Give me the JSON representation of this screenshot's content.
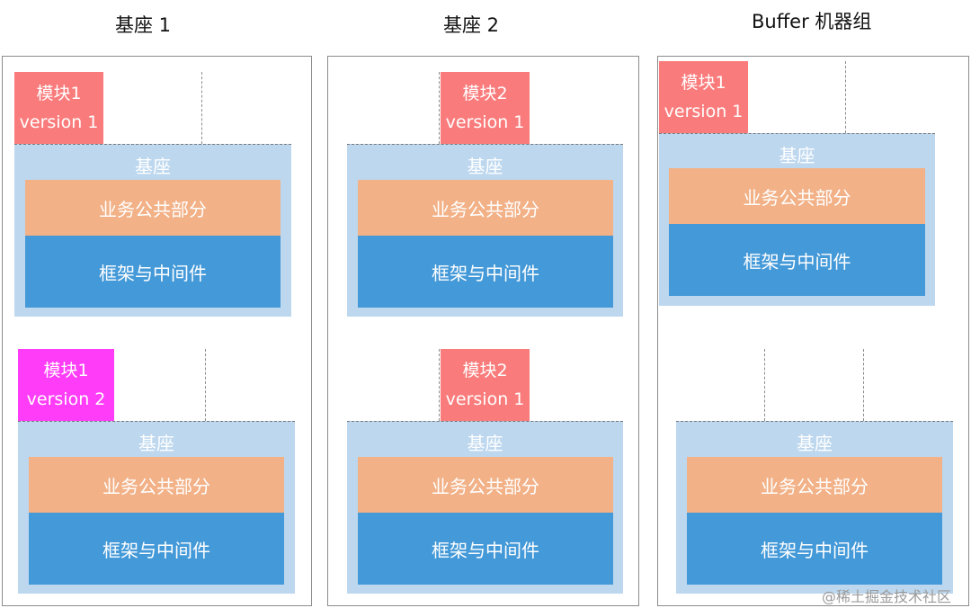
{
  "columns": [
    {
      "title": "基座 1"
    },
    {
      "title": "基座 2"
    },
    {
      "title": "Buffer 机器组"
    }
  ],
  "base": {
    "label": "基座",
    "business_label": "业务公共部分",
    "framework_label": "框架与中间件"
  },
  "modules": {
    "m1v1": {
      "name": "模块1",
      "version": "version 1"
    },
    "m1v2": {
      "name": "模块1",
      "version": "version 2"
    },
    "m2v1": {
      "name": "模块2",
      "version": "version 1"
    }
  },
  "colors": {
    "base": "#bdd7ee",
    "business": "#f2b187",
    "framework": "#4499d8",
    "module": "#fa7b7b",
    "module_highlight": "#ff3cf7"
  },
  "watermark": "@稀土掘金技术社区"
}
